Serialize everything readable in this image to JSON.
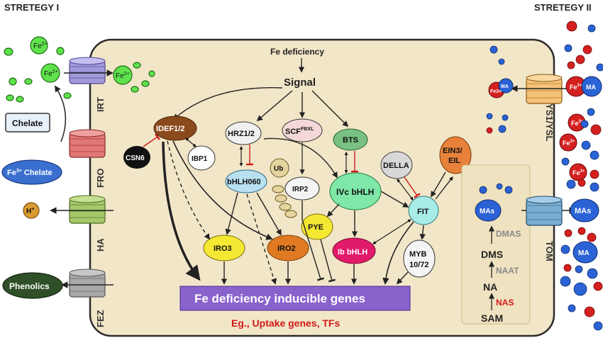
{
  "strategy_left": "STRETEGY I",
  "strategy_right": "STRETEGY II",
  "fe_deficiency": "Fe deficiency",
  "signal": "Signal",
  "transporters_left": {
    "irt": "IRT",
    "fro": "FRO",
    "ha": "HA",
    "fez": "FEZ"
  },
  "transporters_right": {
    "ysl": "YS1/YSL",
    "tom": "TOM"
  },
  "outside_left": {
    "fe2": "Fe",
    "fe2_sup": "2+",
    "chelate": "Chelate",
    "fe3_chelate": "Fe",
    "fe3_chelate_sup": "3+",
    "fe3_chelate_word": " Chelate",
    "h": "H",
    "h_sup": "+",
    "phenolics": "Phenolics"
  },
  "outside_right": {
    "fe3": "Fe",
    "fe3_sup": "3+",
    "ma": "MA",
    "mas": "MAs"
  },
  "nodes": {
    "idef": "IDEF1/2",
    "csn6": "CSN6",
    "ibp1": "IBP1",
    "hrz": "HRZ1/2",
    "scf": "SCF",
    "scf_sup": "FBXL",
    "bts": "BTS",
    "ub": "Ub",
    "bhlh060": "bHLH060",
    "irp2": "IRP2",
    "ivc": "IVc bHLH",
    "della": "DELLA",
    "ein3_a": "EIN3/",
    "ein3_b": "EIL",
    "fit": "FIT",
    "pye": "PYE",
    "iro3": "IRO3",
    "iro2": "IRO2",
    "ib": "Ib bHLH",
    "myb_a": "MYB",
    "myb_b": "10/72"
  },
  "genes_box": "Fe deficiency inducible genes",
  "genes_note": "Eg., Uptake genes, TFs",
  "ma_pathway": {
    "mas": "MAs",
    "dmas": "DMAS",
    "dms": "DMS",
    "naat": "NAAT",
    "na": "NA",
    "nas": "NAS",
    "sam": "SAM"
  },
  "colors": {
    "cell": "#f2e6c8",
    "idef": "#8b4a1c",
    "iro3": "#f5e832",
    "iro2": "#e07a22",
    "ib": "#e21a6a",
    "ivc": "#7fe8a8",
    "fit": "#a8ece8",
    "bts": "#79c083",
    "ein3": "#e8823a",
    "genes": "#8a62cc",
    "fe2": "#5fe34c",
    "fe3": "#d52020",
    "ma": "#2b63d6",
    "red_text": "#d01a1a"
  }
}
